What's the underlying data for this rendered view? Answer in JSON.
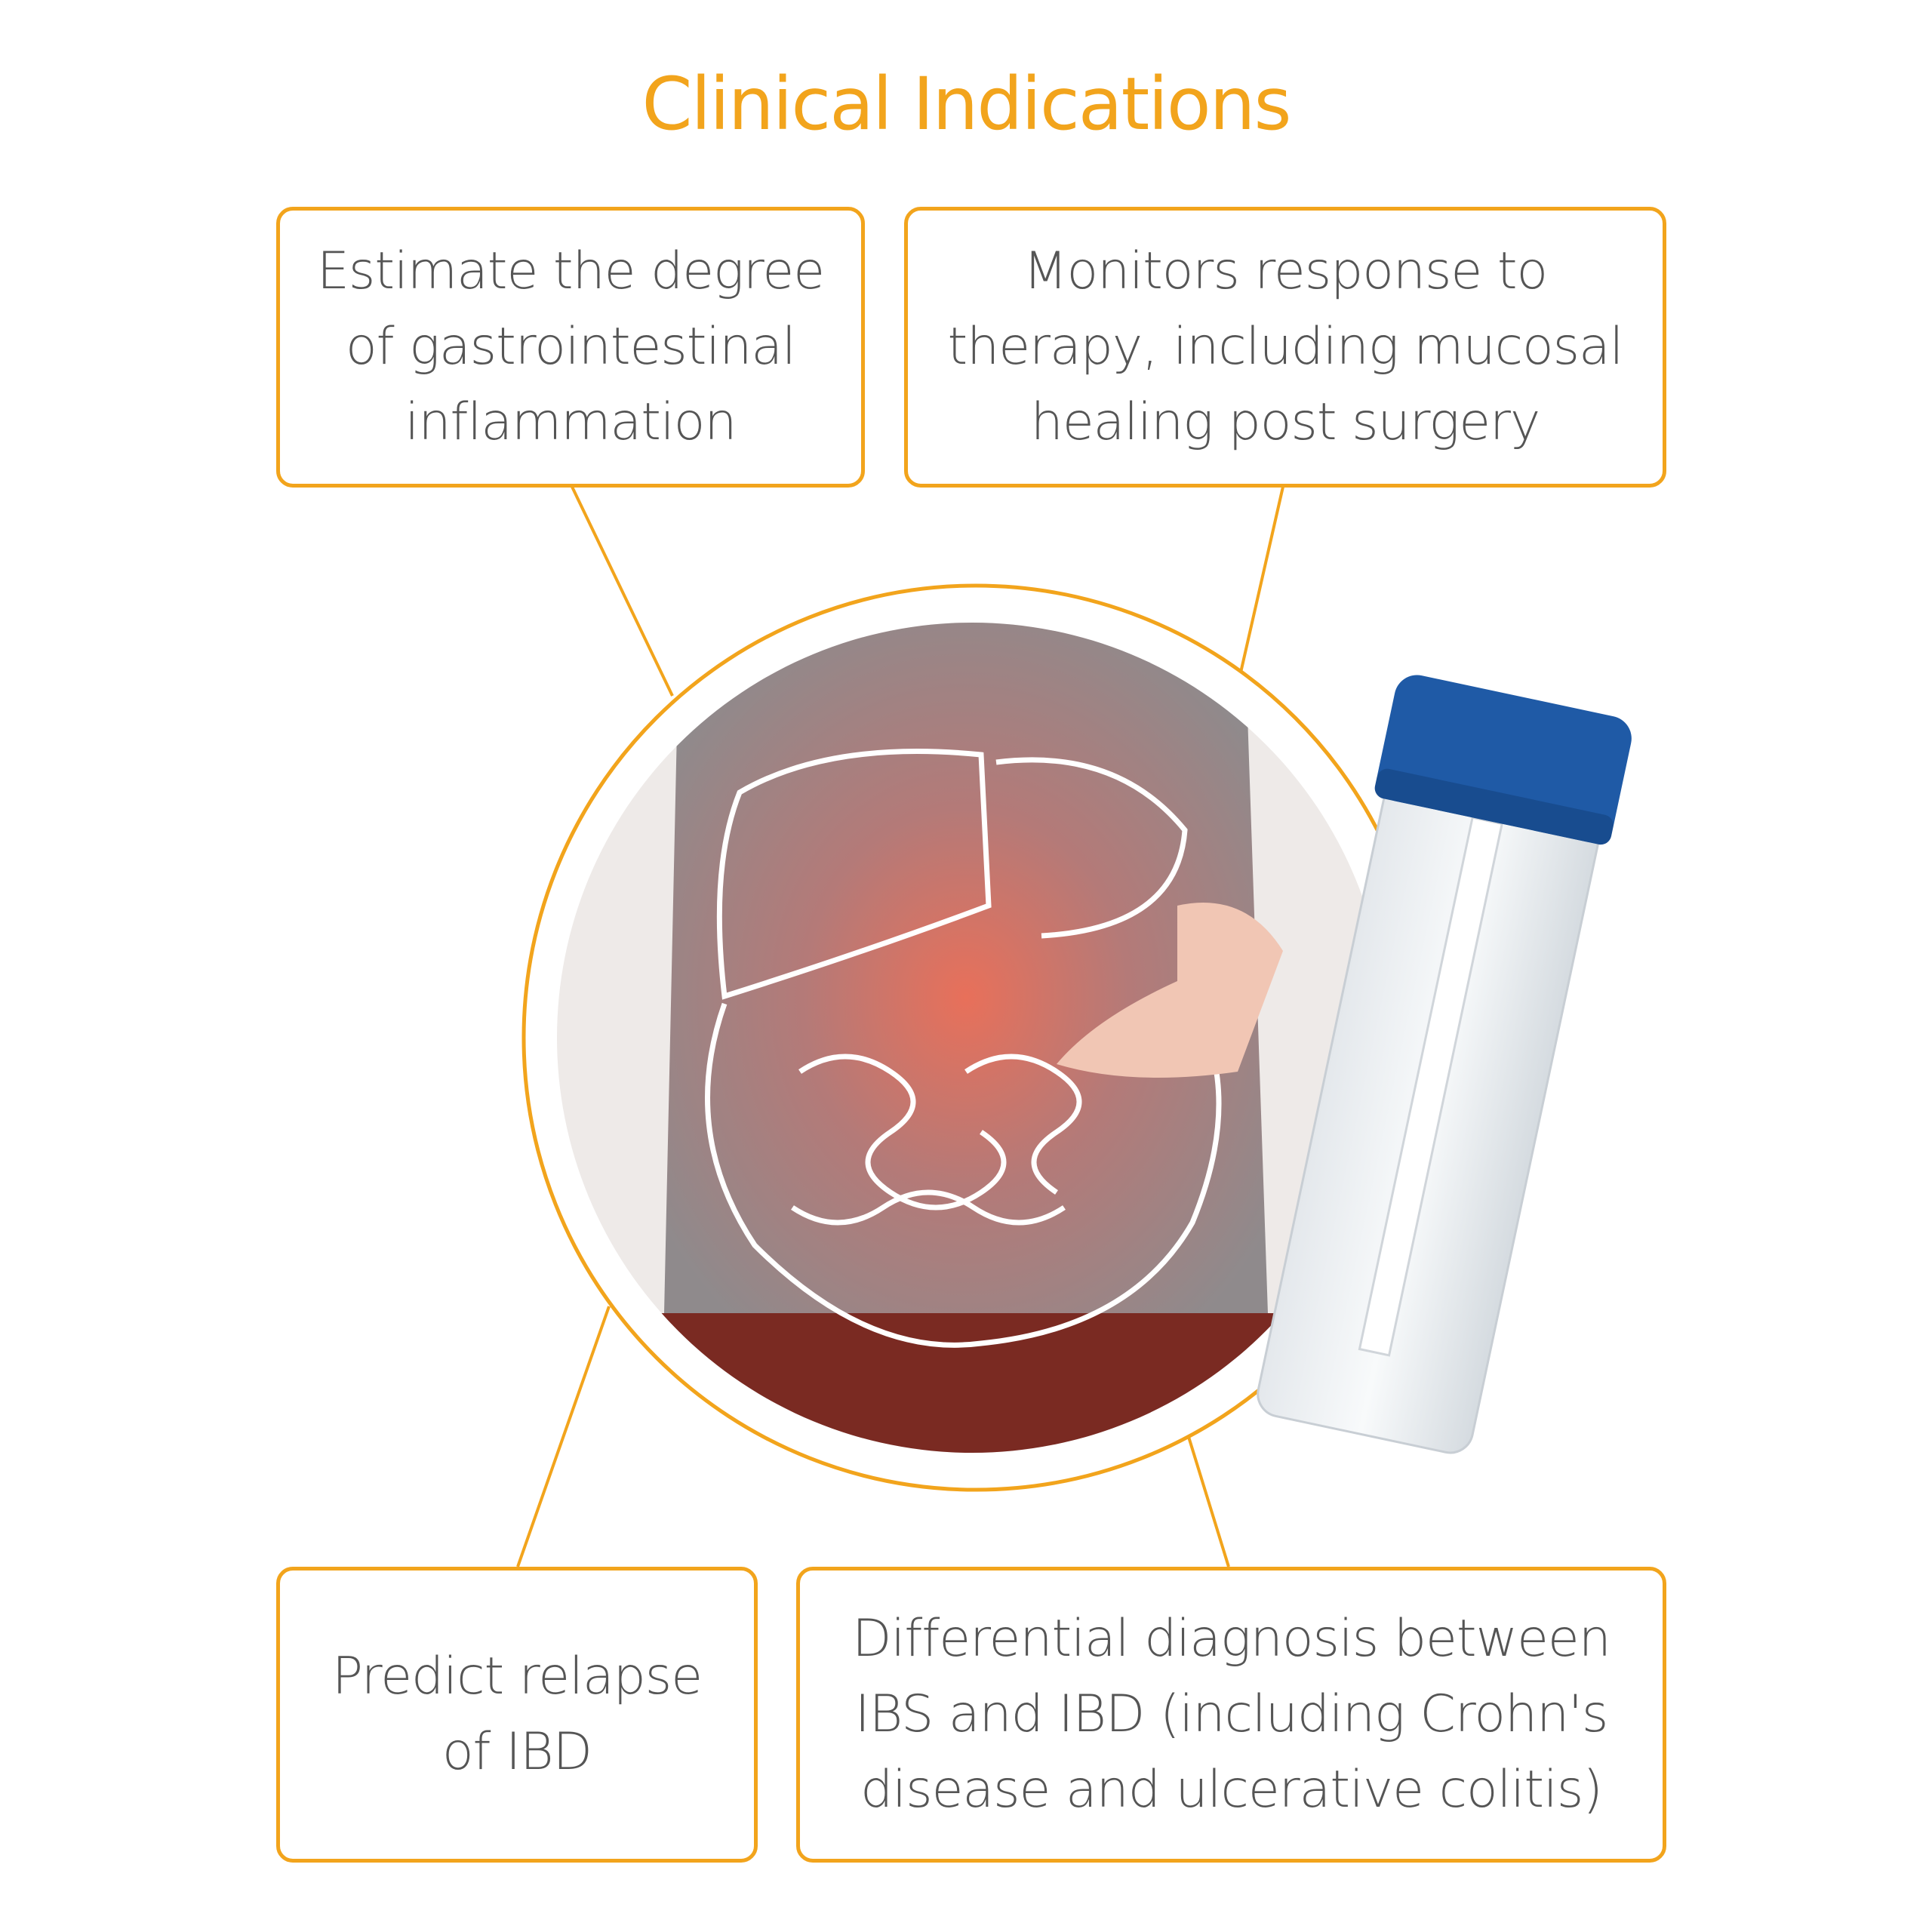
{
  "title": "Clinical Indications",
  "indications": [
    {
      "lines": [
        "Estimate the degree",
        "of gastrointestinal",
        "inflammation"
      ]
    },
    {
      "lines": [
        "Monitors response to",
        "therapy, including mucosal",
        "healing post surgery"
      ]
    },
    {
      "lines": [
        "Predict relapse",
        "of IBD"
      ]
    },
    {
      "lines": [
        "Differential diagnosis between",
        "IBS and IBD (including Crohn's",
        "disease and ulcerative colitis)"
      ]
    }
  ],
  "colors": {
    "accent": "#f2a41c",
    "text": "#555555",
    "cap": "#1f5aa6"
  }
}
